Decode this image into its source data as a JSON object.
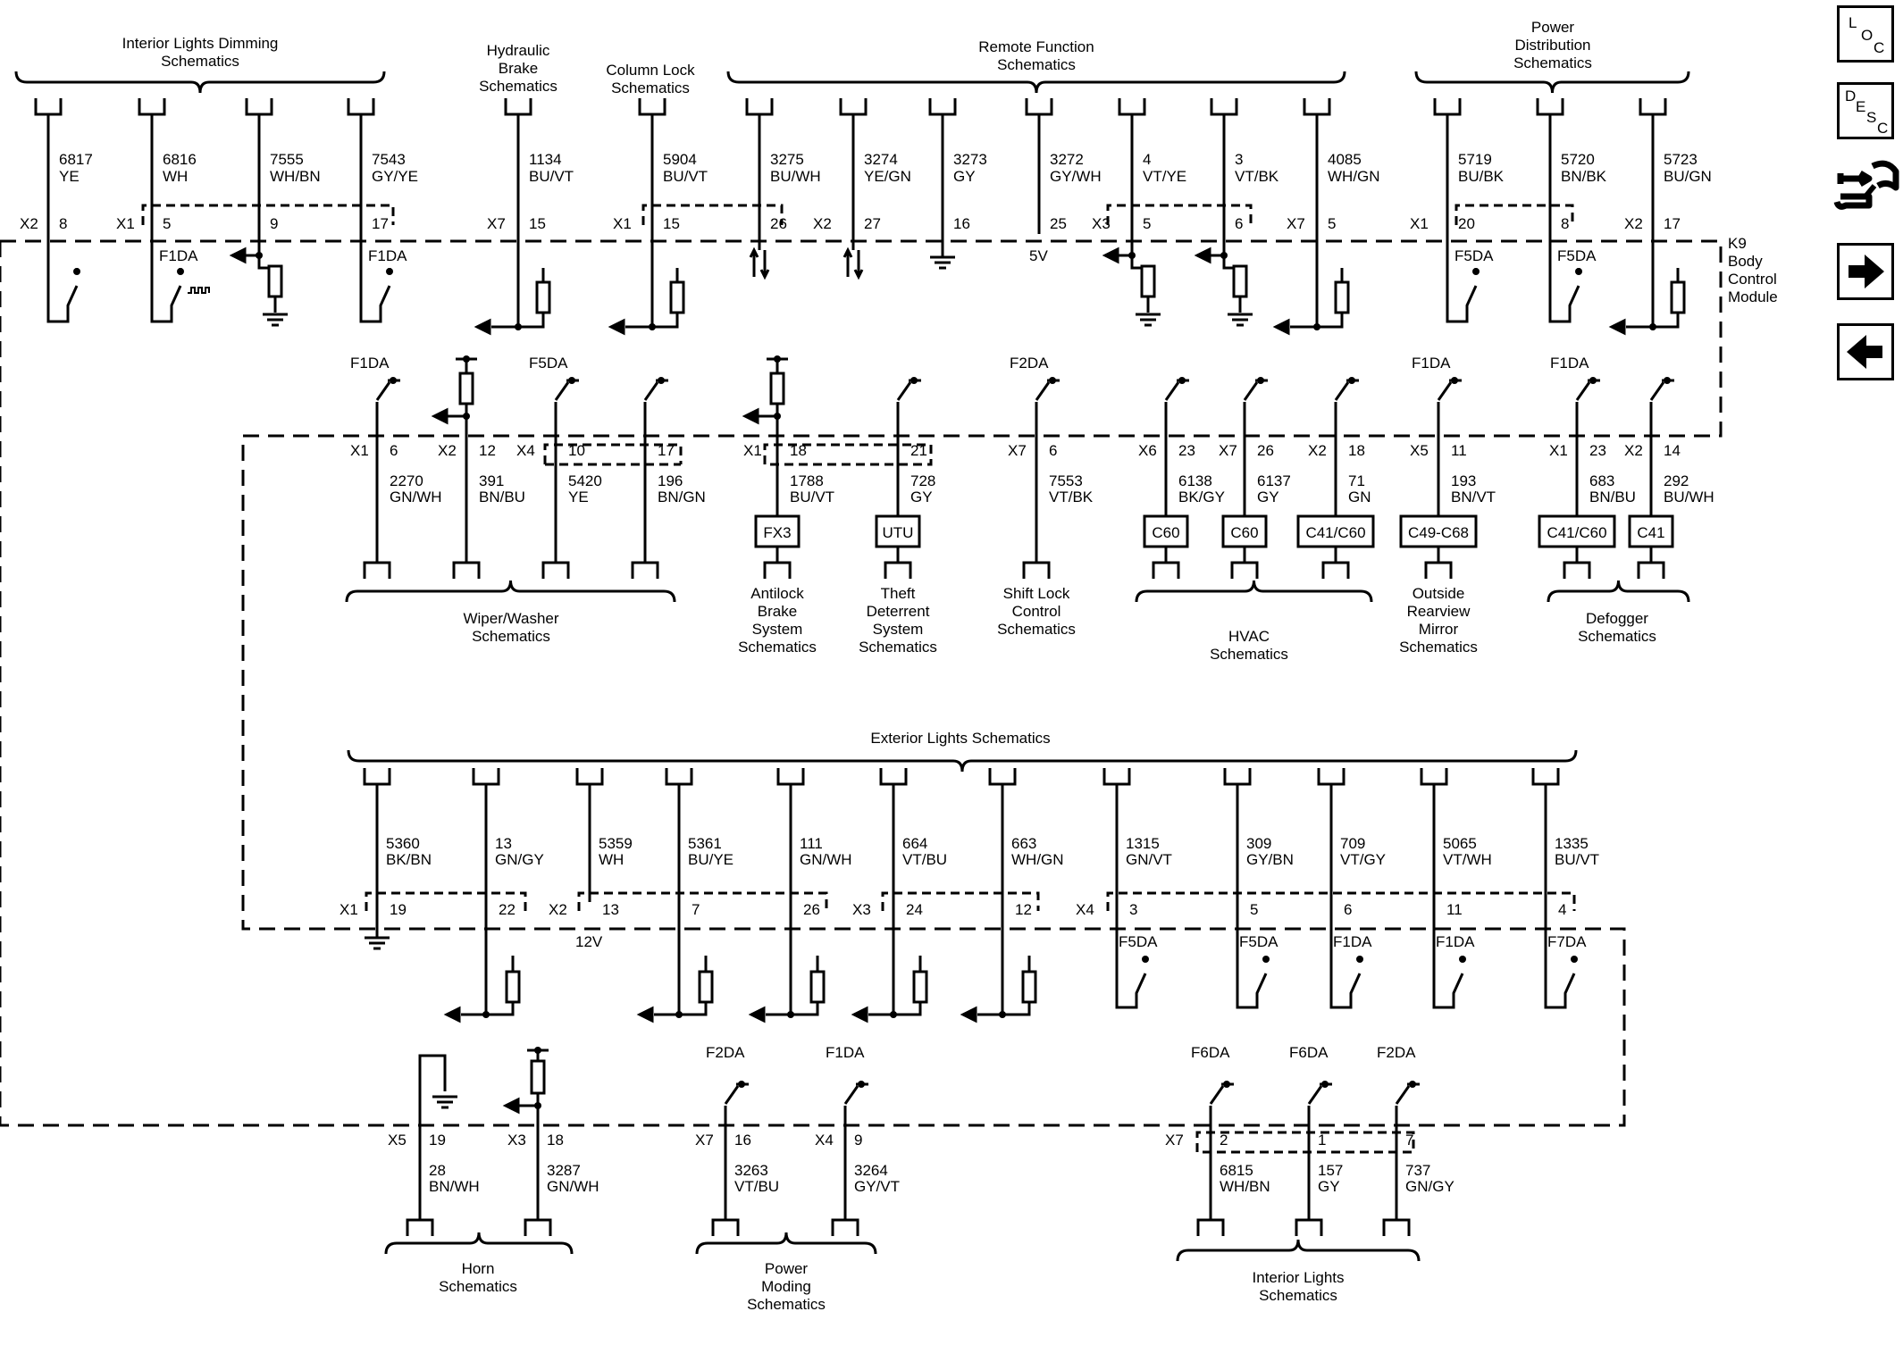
{
  "module": {
    "lines": [
      "K9",
      "Body",
      "Control",
      "Module"
    ]
  },
  "nav": {
    "loc": {
      "l": "L",
      "o": "O",
      "c": "C"
    },
    "desc": {
      "d": "D",
      "e": "E",
      "s": "S",
      "c": "C"
    },
    "icons": [
      "wrench-connector-icon",
      "right-arrow-icon",
      "left-arrow-icon"
    ]
  },
  "groups": {
    "interior_dimming": [
      "Interior Lights Dimming",
      "Schematics"
    ],
    "hydraulic": [
      "Hydraulic",
      "Brake",
      "Schematics"
    ],
    "column_lock": [
      "Column Lock",
      "Schematics"
    ],
    "remote_function": [
      "Remote Function",
      "Schematics"
    ],
    "power_distribution": [
      "Power",
      "Distribution",
      "Schematics"
    ],
    "wiper": [
      "Wiper/Washer",
      "Schematics"
    ],
    "antilock": [
      "Antilock",
      "Brake",
      "System",
      "Schematics"
    ],
    "theft": [
      "Theft",
      "Deterrent",
      "System",
      "Schematics"
    ],
    "shift_lock": [
      "Shift Lock",
      "Control",
      "Schematics"
    ],
    "hvac": [
      "HVAC",
      "Schematics"
    ],
    "mirror": [
      "Outside",
      "Rearview",
      "Mirror",
      "Schematics"
    ],
    "defogger": [
      "Defogger",
      "Schematics"
    ],
    "exterior": [
      "Exterior Lights Schematics"
    ],
    "horn": [
      "Horn",
      "Schematics"
    ],
    "power_moding": [
      "Power",
      "Moding",
      "Schematics"
    ],
    "interior_lights": [
      "Interior Lights",
      "Schematics"
    ]
  },
  "connectors": {
    "r1": [
      {
        "text": "X2",
        "id": "X2-8"
      },
      {
        "text": "X1",
        "id": "X1-5"
      },
      {
        "text": "X7",
        "id": "X7-15"
      },
      {
        "text": "X1",
        "id": "X1-15"
      },
      {
        "text": "X2",
        "id": "X2-27"
      },
      {
        "text": "X3",
        "id": "X3-5"
      },
      {
        "text": "X7",
        "id": "X7-5"
      },
      {
        "text": "X1",
        "id": "X1-20"
      },
      {
        "text": "X2",
        "id": "X2-17"
      }
    ],
    "r2": [
      {
        "text": "X1",
        "id": "X1-6"
      },
      {
        "text": "X2",
        "id": "X2-12"
      },
      {
        "text": "X4",
        "id": "X4-10"
      },
      {
        "text": "X1",
        "id": "X1-18"
      },
      {
        "text": "X7",
        "id": "X7-6"
      },
      {
        "text": "X6",
        "id": "X6-23"
      },
      {
        "text": "X7",
        "id": "X7-26"
      },
      {
        "text": "X2",
        "id": "X2-18"
      },
      {
        "text": "X5",
        "id": "X5-11"
      },
      {
        "text": "X1",
        "id": "X1-23"
      },
      {
        "text": "X2",
        "id": "X2-14"
      }
    ],
    "r3": [
      {
        "text": "X1",
        "id": "X1-19"
      },
      {
        "text": "X2",
        "id": "X2-13"
      },
      {
        "text": "X3",
        "id": "X3-24"
      },
      {
        "text": "X4",
        "id": "X4-3"
      }
    ],
    "r4": [
      {
        "text": "X5",
        "id": "X5-19"
      },
      {
        "text": "X3",
        "id": "X3-18"
      },
      {
        "text": "X7",
        "id": "X7-16"
      },
      {
        "text": "X4",
        "id": "X4-9"
      },
      {
        "text": "X7",
        "id": "X7-2"
      }
    ]
  },
  "wires": {
    "r1": [
      {
        "pin": "8",
        "circuit": "6817",
        "color": "YE",
        "fuse": "",
        "dev": "switch"
      },
      {
        "pin": "5",
        "circuit": "6816",
        "color": "WH",
        "fuse": "F1DA",
        "dev": "pwm"
      },
      {
        "pin": "9",
        "circuit": "7555",
        "color": "WH/BN",
        "fuse": "",
        "dev": "pullup-gnd"
      },
      {
        "pin": "17",
        "circuit": "7543",
        "color": "GY/YE",
        "fuse": "F1DA",
        "dev": "switch"
      },
      {
        "pin": "15",
        "circuit": "1134",
        "color": "BU/VT",
        "fuse": "",
        "dev": "input"
      },
      {
        "pin": "15",
        "circuit": "5904",
        "color": "BU/VT",
        "fuse": "",
        "dev": "input"
      },
      {
        "pin": "26",
        "circuit": "3275",
        "color": "BU/WH",
        "fuse": "",
        "dev": "bidir"
      },
      {
        "pin": "27",
        "circuit": "3274",
        "color": "YE/GN",
        "fuse": "",
        "dev": "bidir"
      },
      {
        "pin": "16",
        "circuit": "3273",
        "color": "GY",
        "fuse": "",
        "dev": "ground"
      },
      {
        "pin": "25",
        "circuit": "3272",
        "color": "GY/WH",
        "fuse": "",
        "dev": "ref5v"
      },
      {
        "pin": "5",
        "circuit": "4",
        "color": "VT/YE",
        "fuse": "",
        "dev": "pullup-gnd"
      },
      {
        "pin": "6",
        "circuit": "3",
        "color": "VT/BK",
        "fuse": "",
        "dev": "pullup-gnd"
      },
      {
        "pin": "5",
        "circuit": "4085",
        "color": "WH/GN",
        "fuse": "",
        "dev": "input"
      },
      {
        "pin": "20",
        "circuit": "5719",
        "color": "BU/BK",
        "fuse": "F5DA",
        "dev": "switch"
      },
      {
        "pin": "8",
        "circuit": "5720",
        "color": "BN/BK",
        "fuse": "F5DA",
        "dev": "switch"
      },
      {
        "pin": "17",
        "circuit": "5723",
        "color": "BU/GN",
        "fuse": "",
        "dev": "input"
      }
    ],
    "r1_extra": {
      "ref": "5V"
    },
    "r2": [
      {
        "pin": "6",
        "circuit": "2270",
        "color": "GN/WH",
        "fuse": "F1DA",
        "dev": "switch"
      },
      {
        "pin": "12",
        "circuit": "391",
        "color": "BN/BU",
        "fuse": "",
        "dev": "output"
      },
      {
        "pin": "10",
        "circuit": "5420",
        "color": "YE",
        "fuse": "F5DA",
        "dev": "switch"
      },
      {
        "pin": "17",
        "circuit": "196",
        "color": "BN/GN",
        "fuse": "",
        "dev": "switch"
      },
      {
        "pin": "18",
        "circuit": "1788",
        "color": "BU/VT",
        "fuse": "",
        "dev": "output",
        "box": "FX3"
      },
      {
        "pin": "21",
        "circuit": "728",
        "color": "GY",
        "fuse": "",
        "dev": "switch",
        "box": "UTU"
      },
      {
        "pin": "6",
        "circuit": "7553",
        "color": "VT/BK",
        "fuse": "F2DA",
        "dev": "switch"
      },
      {
        "pin": "23",
        "circuit": "6138",
        "color": "BK/GY",
        "fuse": "",
        "dev": "switch",
        "box": "C60"
      },
      {
        "pin": "26",
        "circuit": "6137",
        "color": "GY",
        "fuse": "",
        "dev": "switch",
        "box": "C60"
      },
      {
        "pin": "18",
        "circuit": "71",
        "color": "GN",
        "fuse": "",
        "dev": "switch",
        "box": "C41/C60"
      },
      {
        "pin": "11",
        "circuit": "193",
        "color": "BN/VT",
        "fuse": "F1DA",
        "dev": "switch",
        "box": "C49-C68"
      },
      {
        "pin": "23",
        "circuit": "683",
        "color": "BN/BU",
        "fuse": "F1DA",
        "dev": "switch",
        "box": "C41/C60"
      },
      {
        "pin": "14",
        "circuit": "292",
        "color": "BU/WH",
        "fuse": "",
        "dev": "switch",
        "box": "C41"
      }
    ],
    "r3": [
      {
        "pin": "19",
        "circuit": "5360",
        "color": "BK/BN",
        "fuse": "",
        "dev": "ground"
      },
      {
        "pin": "22",
        "circuit": "13",
        "color": "GN/GY",
        "fuse": "",
        "dev": "input"
      },
      {
        "pin": "13",
        "circuit": "5359",
        "color": "WH",
        "fuse": "",
        "dev": "ref12v"
      },
      {
        "pin": "7",
        "circuit": "5361",
        "color": "BU/YE",
        "fuse": "",
        "dev": "input"
      },
      {
        "pin": "26",
        "circuit": "111",
        "color": "GN/WH",
        "fuse": "",
        "dev": "input"
      },
      {
        "pin": "24",
        "circuit": "664",
        "color": "VT/BU",
        "fuse": "",
        "dev": "input"
      },
      {
        "pin": "12",
        "circuit": "663",
        "color": "WH/GN",
        "fuse": "",
        "dev": "input"
      },
      {
        "pin": "3",
        "circuit": "1315",
        "color": "GN/VT",
        "fuse": "F5DA",
        "dev": "switch"
      },
      {
        "pin": "5",
        "circuit": "309",
        "color": "GY/BN",
        "fuse": "F5DA",
        "dev": "switch"
      },
      {
        "pin": "6",
        "circuit": "709",
        "color": "VT/GY",
        "fuse": "F1DA",
        "dev": "switch"
      },
      {
        "pin": "11",
        "circuit": "5065",
        "color": "VT/WH",
        "fuse": "F1DA",
        "dev": "switch"
      },
      {
        "pin": "4",
        "circuit": "1335",
        "color": "BU/VT",
        "fuse": "F7DA",
        "dev": "switch"
      }
    ],
    "r3_extra": {
      "ref": "12V"
    },
    "r4": [
      {
        "pin": "19",
        "circuit": "28",
        "color": "BN/WH",
        "fuse": "",
        "dev": "lowside"
      },
      {
        "pin": "18",
        "circuit": "3287",
        "color": "GN/WH",
        "fuse": "",
        "dev": "output"
      },
      {
        "pin": "16",
        "circuit": "3263",
        "color": "VT/BU",
        "fuse": "F2DA",
        "dev": "switch"
      },
      {
        "pin": "9",
        "circuit": "3264",
        "color": "GY/VT",
        "fuse": "F1DA",
        "dev": "switch"
      },
      {
        "pin": "2",
        "circuit": "6815",
        "color": "WH/BN",
        "fuse": "F6DA",
        "dev": "switch"
      },
      {
        "pin": "1",
        "circuit": "157",
        "color": "GY",
        "fuse": "F6DA",
        "dev": "switch"
      },
      {
        "pin": "7",
        "circuit": "737",
        "color": "GN/GY",
        "fuse": "F2DA",
        "dev": "switch"
      }
    ]
  }
}
